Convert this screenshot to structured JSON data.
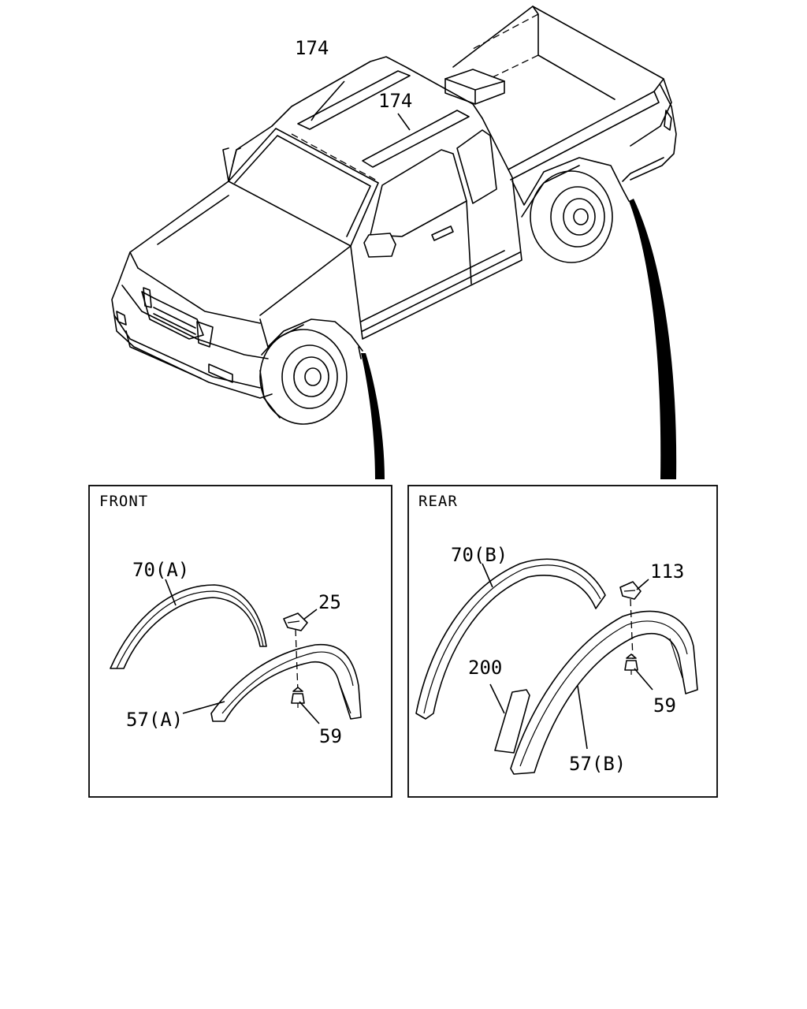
{
  "callouts": {
    "roof_rail_front": "174",
    "roof_rail_rear": "174",
    "front_moulding": "70(A)",
    "front_clip": "25",
    "front_flare": "57(A)",
    "front_screw": "59",
    "rear_moulding": "70(B)",
    "rear_clip": "113",
    "rear_seal": "200",
    "rear_screw": "59",
    "rear_flare": "57(B)"
  },
  "panels": {
    "front_title": "FRONT",
    "rear_title": "REAR"
  }
}
